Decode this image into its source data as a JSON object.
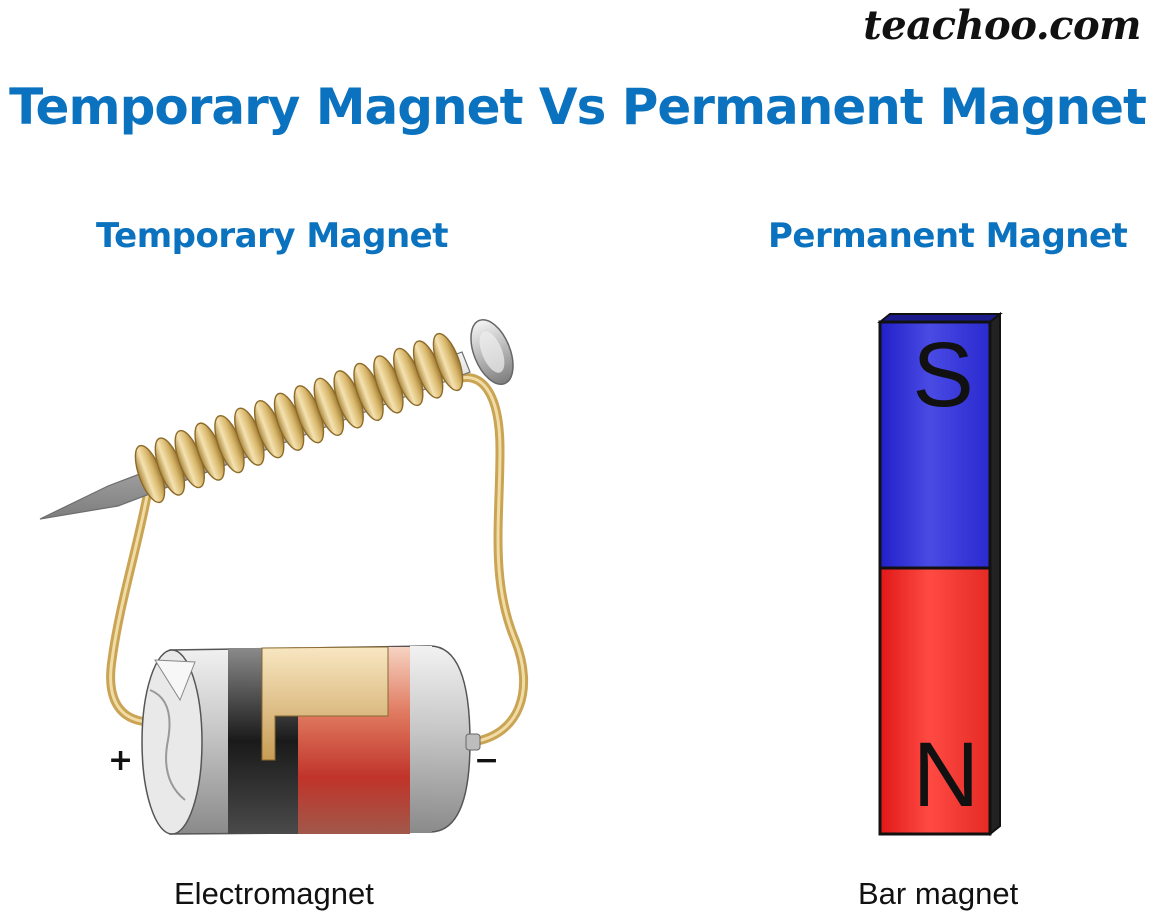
{
  "brand": {
    "logo": "teachoo.com"
  },
  "title": "Temporary Magnet Vs Permanent Magnet",
  "left": {
    "heading": "Temporary Magnet",
    "caption": "Electromagnet",
    "plus_sign": "+",
    "minus_sign": "−"
  },
  "right": {
    "heading": "Permanent Magnet",
    "caption": "Bar magnet",
    "south_label": "S",
    "north_label": "N"
  },
  "colors": {
    "heading": "#0b72bf",
    "south_pole": "#3b3bd6",
    "north_pole": "#f2342f",
    "coil": "#d9b870"
  }
}
